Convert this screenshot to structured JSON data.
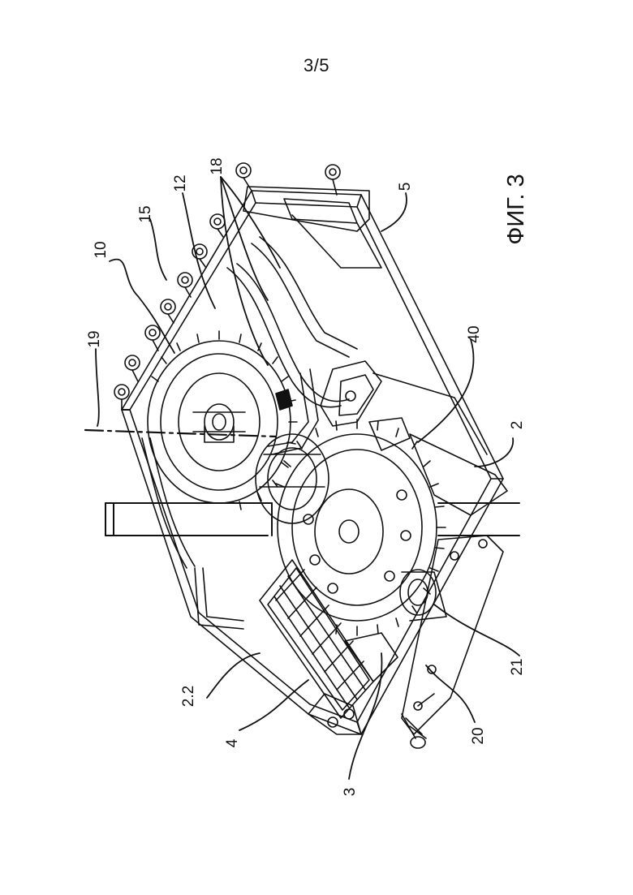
{
  "page": {
    "number": "3/5"
  },
  "figure": {
    "caption": "ФИГ. 3",
    "reference_labels": [
      "19",
      "10",
      "15",
      "12",
      "18",
      "5",
      "40",
      "2",
      "21",
      "20",
      "3",
      "4",
      "2.2"
    ]
  }
}
